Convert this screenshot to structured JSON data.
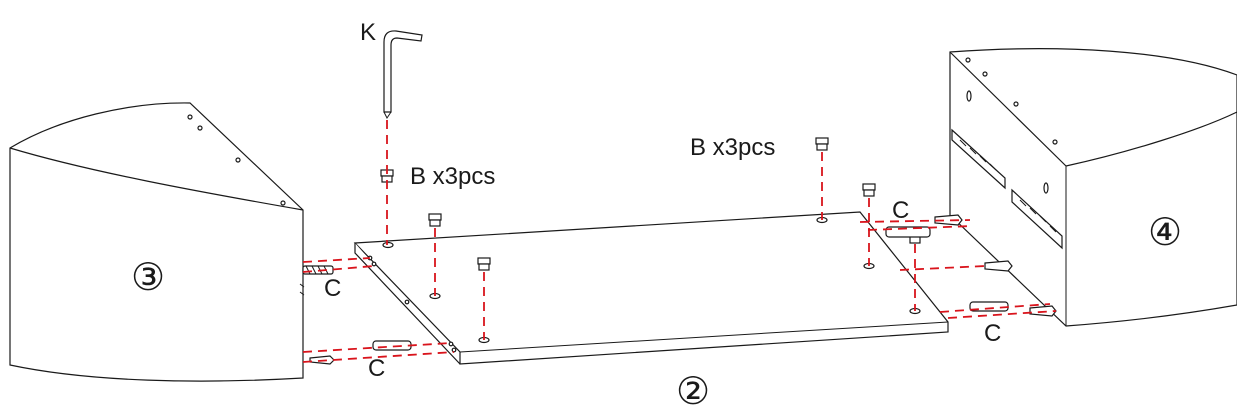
{
  "diagram": {
    "parts": {
      "panel_left": "③",
      "panel_bottom": "②",
      "panel_right": "④"
    },
    "tool_label": "K",
    "fasteners": {
      "bolt_group_left": "B x3pcs",
      "bolt_group_right": "B x3pcs",
      "dowel_label": "C"
    },
    "colors": {
      "line": "#1a1a1a",
      "guide": "#d9141c",
      "background": "#ffffff"
    }
  }
}
